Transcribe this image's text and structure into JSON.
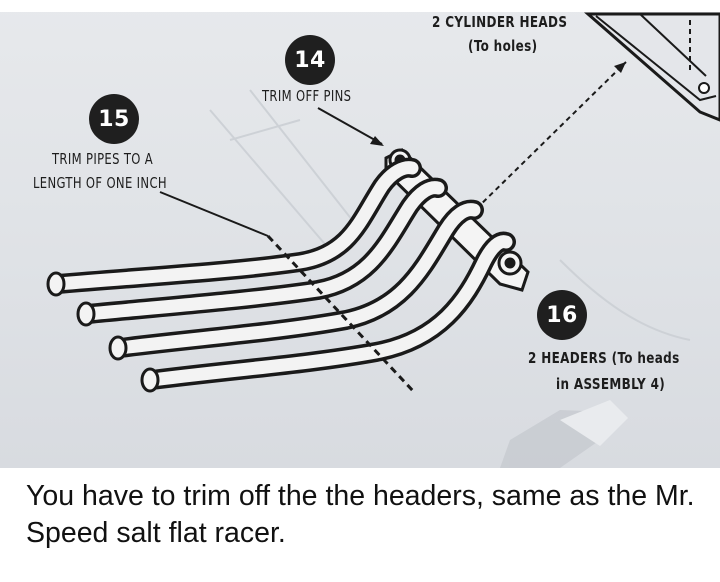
{
  "photo": {
    "callouts": [
      {
        "number": "14"
      },
      {
        "number": "15"
      },
      {
        "number": "16"
      }
    ],
    "labels": {
      "cylinder_heads_line1": "2 CYLINDER HEADS",
      "cylinder_heads_line2": "(To holes)",
      "step14": "TRIM OFF PINS",
      "step15_line1": "TRIM PIPES TO A",
      "step15_line2": "LENGTH OF ONE INCH",
      "step16_line1": "2 HEADERS (To heads",
      "step16_line2": "in ASSEMBLY 4)"
    }
  },
  "caption": {
    "text": "You have to trim off the the headers, same as the Mr. Speed salt flat racer."
  }
}
